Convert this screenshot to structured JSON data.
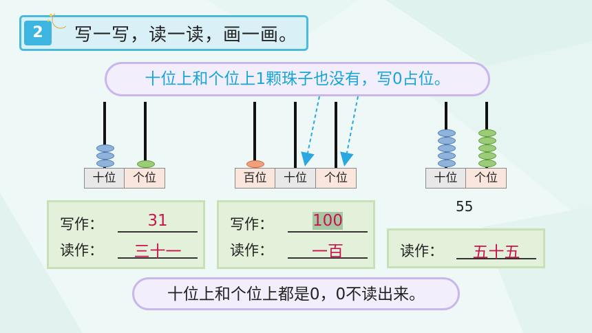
{
  "exercise": {
    "number": "2",
    "title": "写一写，读一读，画一画。"
  },
  "callouts": {
    "top": "十位上和个位上1颗珠子也没有，写0占位。",
    "bottom": "十位上和个位上都是0，0不读出来。"
  },
  "abacus_left": {
    "labels": [
      "十位",
      "个位"
    ],
    "beads": {
      "tens": 3,
      "ones": 1
    },
    "write_label": "写作：",
    "write_value": "31",
    "read_label": "读作：",
    "read_value": "三十一"
  },
  "abacus_middle": {
    "labels": [
      "百位",
      "十位",
      "个位"
    ],
    "beads": {
      "hundreds": 1,
      "tens": 0,
      "ones": 0
    },
    "write_label": "写作：",
    "write_value": "100",
    "read_label": "读作：",
    "read_value": "一百"
  },
  "abacus_right": {
    "labels": [
      "十位",
      "个位"
    ],
    "beads": {
      "tens": 5,
      "ones": 5
    },
    "number": "55",
    "read_label": "读作：",
    "read_value": "五十五"
  },
  "colors": {
    "accent_blue": "#17a5d8",
    "answer_red": "#c8134f",
    "bead_blue": "#8fb3db",
    "bead_green": "#9ccc78",
    "bead_orange": "#f0a07c"
  }
}
